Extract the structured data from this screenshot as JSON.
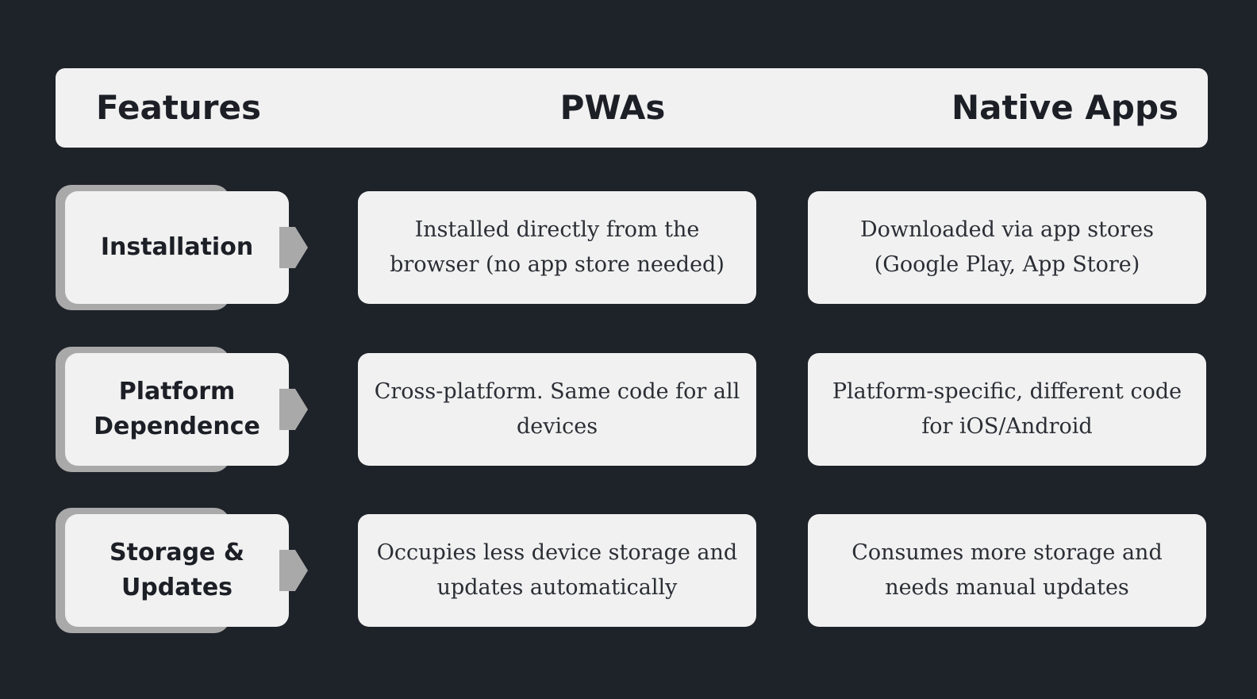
{
  "header": {
    "features": "Features",
    "pwas": "PWAs",
    "native": "Native Apps"
  },
  "rows": [
    {
      "feature": "Installation",
      "pwa": "Installed directly from the browser (no app store needed)",
      "native": "Downloaded via app stores (Google Play, App Store)"
    },
    {
      "feature": "Platform Dependence",
      "pwa": "Cross-platform. Same code for all devices",
      "native": "Platform-specific, different code for iOS/Android"
    },
    {
      "feature": "Storage & Updates",
      "pwa": "Occupies less device storage and updates automatically",
      "native": "Consumes more storage and needs manual updates"
    }
  ],
  "colors": {
    "background": "#1e2229",
    "card": "#f1f1f1",
    "shadow": "#a9a9a9",
    "text": "#1c1f26"
  }
}
